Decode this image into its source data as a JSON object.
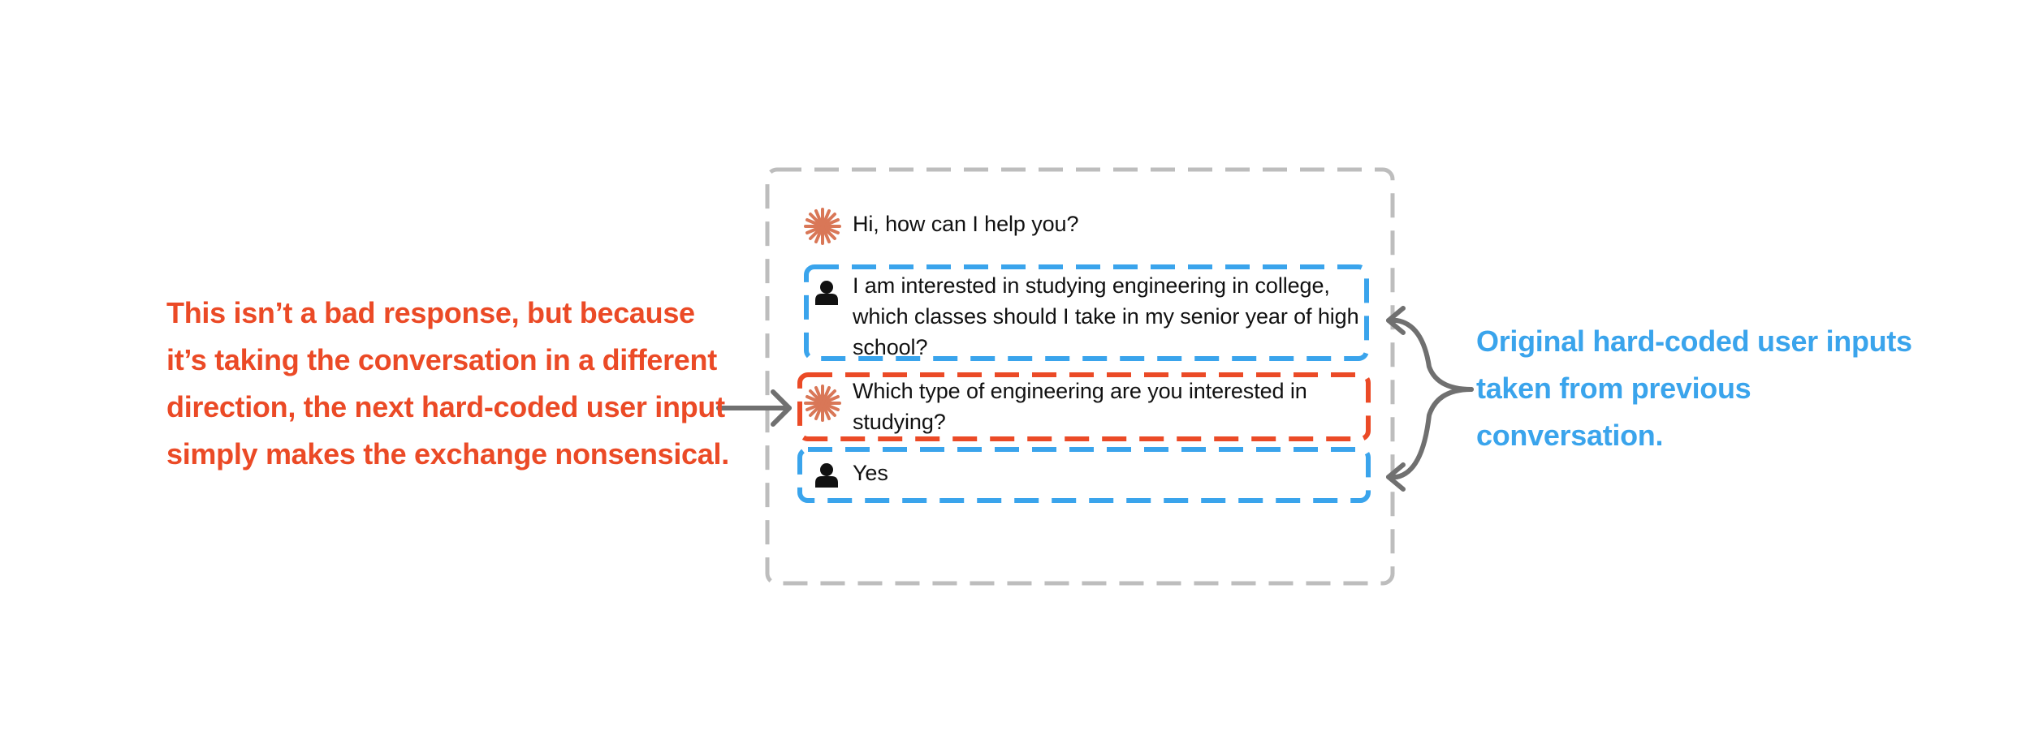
{
  "colors": {
    "assistant_accent": "#EB4A26",
    "user_accent": "#3AA4EC",
    "frame_border": "#BDBDBD",
    "arrow": "#707070",
    "claude_logo": "#D97757",
    "text": "#111111"
  },
  "conversation": {
    "messages": [
      {
        "role": "assistant",
        "icon": "claude-logo-icon",
        "text": "Hi, how can I help you?"
      },
      {
        "role": "user",
        "icon": "user-person-icon",
        "text": "I  am interested in studying engineering in college, which classes should I take in my senior year of high school?"
      },
      {
        "role": "assistant",
        "icon": "claude-logo-icon",
        "text": "Which type of engineering are you interested in studying?"
      },
      {
        "role": "user",
        "icon": "user-person-icon",
        "text": "Yes"
      }
    ]
  },
  "annotations": {
    "left": "This isn’t a bad response, but because it’s taking the conversation in a different direction, the next hard-coded user input simply makes the exchange nonsensical.",
    "right": "Original hard-coded user inputs taken from previous conversation."
  }
}
